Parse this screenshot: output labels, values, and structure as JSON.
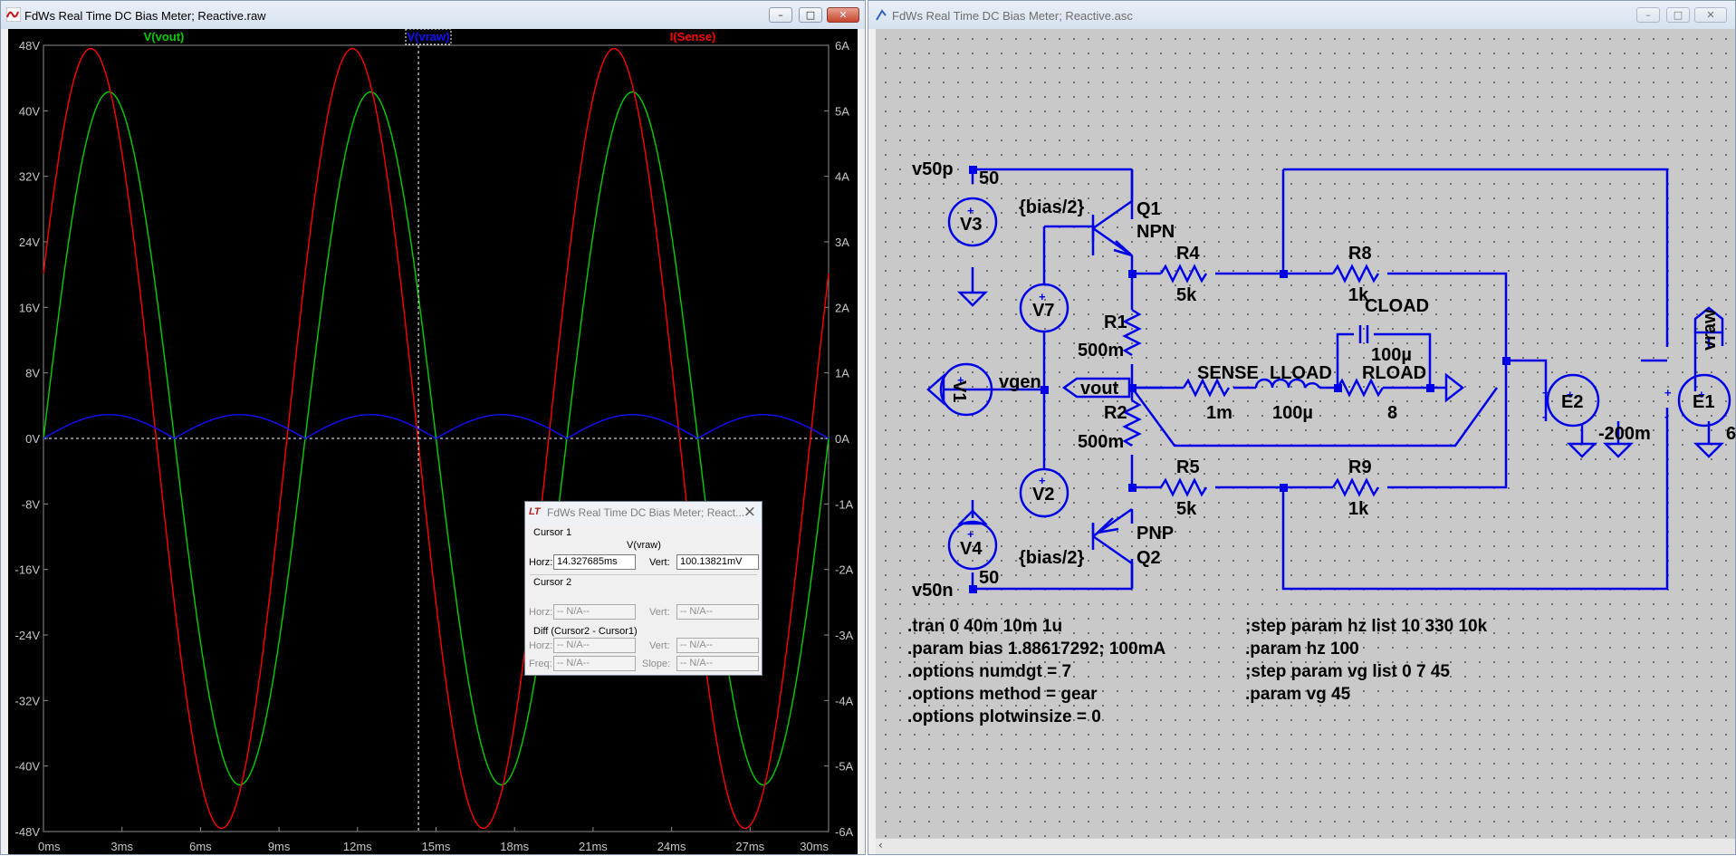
{
  "waveform_window": {
    "title": "FdWs Real Time DC Bias Meter; Reactive.raw",
    "traces": [
      {
        "name": "V(vout)",
        "color": "#00d000"
      },
      {
        "name": "V(vraw)",
        "color": "#1010ff"
      },
      {
        "name": "I(Sense)",
        "color": "#ff0000"
      }
    ],
    "left_axis_ticks": [
      "48V",
      "40V",
      "32V",
      "24V",
      "16V",
      "8V",
      "0V",
      "-8V",
      "-16V",
      "-24V",
      "-32V",
      "-40V",
      "-48V"
    ],
    "right_axis_ticks": [
      "6A",
      "5A",
      "4A",
      "3A",
      "2A",
      "1A",
      "0A",
      "-1A",
      "-2A",
      "-3A",
      "-4A",
      "-5A",
      "-6A"
    ],
    "x_axis_ticks": [
      "0ms",
      "3ms",
      "6ms",
      "9ms",
      "12ms",
      "15ms",
      "18ms",
      "21ms",
      "24ms",
      "27ms",
      "30ms"
    ]
  },
  "chart_data": {
    "type": "line",
    "x_range_ms": [
      0,
      30
    ],
    "left_ylim_V": [
      -48,
      48
    ],
    "right_ylim_A": [
      -6,
      6
    ],
    "grid": false,
    "cursor": {
      "x_ms": 14.327685,
      "trace": "V(vraw)"
    },
    "series": [
      {
        "name": "V(vout)",
        "axis": "left",
        "color": "#00d000",
        "shape": "sine",
        "amplitude": 42.3,
        "frequency_hz": 100,
        "phase_deg": 0
      },
      {
        "name": "I(Sense)",
        "axis": "right",
        "color": "#ff0000",
        "shape": "sine",
        "amplitude": 5.95,
        "frequency_hz": 100,
        "phase_deg": 25
      },
      {
        "name": "V(vraw)",
        "axis": "left",
        "color": "#1010ff",
        "shape": "rectified-sine",
        "amplitude": 2.9,
        "frequency_hz": 100,
        "phase_deg": 0
      }
    ]
  },
  "cursor_dialog": {
    "title": "FdWs Real Time DC Bias Meter; React...",
    "cursor1_label": "Cursor 1",
    "trace_name": "V(vraw)",
    "horz_label": "Horz:",
    "horz_value": "14.327685ms",
    "vert_label": "Vert:",
    "vert_value": "100.13821mV",
    "cursor2_label": "Cursor 2",
    "cursor2_horz": "-- N/A--",
    "cursor2_vert": "-- N/A--",
    "diff_label": "Diff (Cursor2 - Cursor1)",
    "freq_label": "Freq:",
    "slope_label": "Slope:",
    "diff_horz": "-- N/A--",
    "diff_vert": "-- N/A--",
    "diff_freq": "-- N/A--",
    "diff_slope": "-- N/A--"
  },
  "schematic_window": {
    "title": "FdWs Real Time DC Bias Meter; Reactive.asc",
    "labels": {
      "v50p": "v50p",
      "v50n": "v50n",
      "v3_val": "50",
      "v4_val": "50",
      "v3": "V3",
      "v4": "V4",
      "v7": "V7",
      "v2": "V2",
      "v1": "V1",
      "bias_top": "{bias/2}",
      "bias_bot": "{bias/2}",
      "q1": "Q1",
      "npn": "NPN",
      "q2": "Q2",
      "pnp": "PNP",
      "r4": "R4",
      "r4_val": "5k",
      "r8": "R8",
      "r8_val": "1k",
      "r1": "R1",
      "r1_val": "500m",
      "r2": "R2",
      "r2_val": "500m",
      "r5": "R5",
      "r5_val": "5k",
      "r9": "R9",
      "r9_val": "1k",
      "cload": "CLOAD",
      "cload_val": "100µ",
      "sense": "SENSE",
      "sense_val": "1m",
      "lload": "LLOAD",
      "lload_val": "100µ",
      "rload": "RLOAD",
      "rload_val": "8",
      "vgen": "vgen",
      "vout": "vout",
      "vraw": "vraw",
      "e2": "E2",
      "e2_val": "-200m",
      "e1": "E1",
      "e1_val": "6"
    },
    "directives_left": [
      ".tran 0 40m 10m 1u",
      ".param bias 1.88617292; 100mA",
      ".options numdgt = 7",
      ".options method = gear",
      ".options plotwinsize = 0"
    ],
    "directives_right": [
      ";step param hz list 10 330 10k",
      ".param hz 100",
      ";step param vg list 0 7 45",
      ".param vg 45"
    ]
  }
}
